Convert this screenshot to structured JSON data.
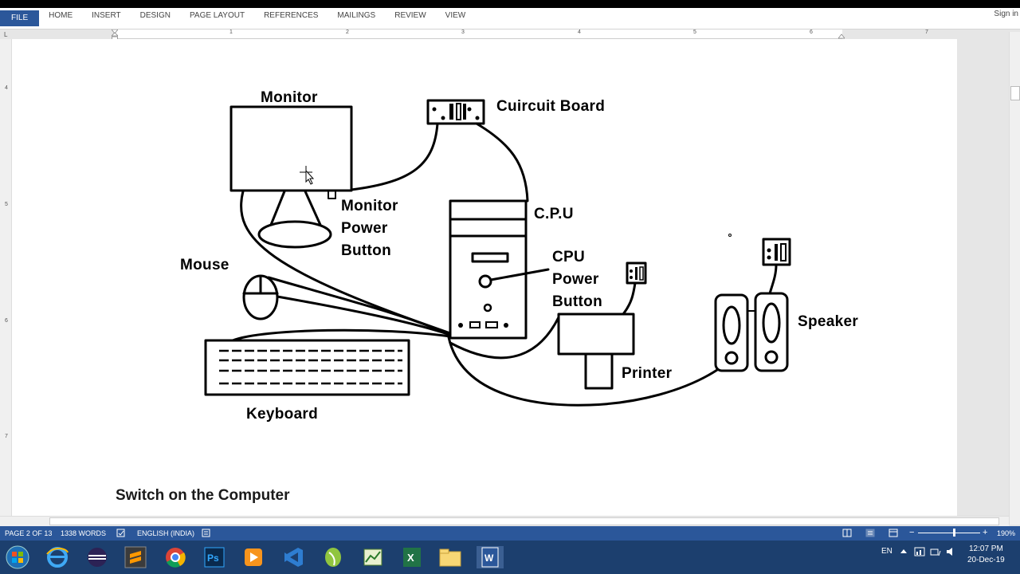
{
  "ribbon": {
    "tabs": [
      "FILE",
      "HOME",
      "INSERT",
      "DESIGN",
      "PAGE LAYOUT",
      "REFERENCES",
      "MAILINGS",
      "REVIEW",
      "VIEW"
    ],
    "sign_in": "Sign in"
  },
  "ruler": {
    "corner": "L",
    "numbers": [
      "1",
      "2",
      "3",
      "4",
      "5",
      "6",
      "7"
    ],
    "vertical_numbers": [
      "4",
      "5",
      "6",
      "7"
    ]
  },
  "diagram": {
    "labels": {
      "monitor": "Monitor",
      "circuit_board": "Cuircuit Board",
      "cpu": "C.P.U",
      "monitor_power_1": "Monitor",
      "monitor_power_2": "Power",
      "monitor_power_3": "Button",
      "mouse": "Mouse",
      "cpu_power_1": "CPU",
      "cpu_power_2": "Power",
      "cpu_power_3": "Button",
      "speaker": "Speaker",
      "printer": "Printer",
      "keyboard": "Keyboard"
    }
  },
  "document": {
    "paragraph": "Switch on the Computer"
  },
  "statusbar": {
    "page": "PAGE 2 OF 13",
    "words": "1338 WORDS",
    "language": "ENGLISH (INDIA)",
    "zoom_minus": "−",
    "zoom_plus": "+",
    "zoom": "190%"
  },
  "taskbar": {
    "apps": [
      "start-orb",
      "internet-explorer",
      "eclipse",
      "sublime",
      "chrome",
      "photoshop",
      "media-player",
      "visual-studio",
      "notepad-plus",
      "project",
      "excel",
      "file-explorer",
      "word"
    ],
    "lang": "EN",
    "time": "12:07 PM",
    "date": "20-Dec-19"
  },
  "colors": {
    "ribbon_file": "#2b579a",
    "statusbar": "#2b579a",
    "taskbar": "#1c3f6e"
  }
}
